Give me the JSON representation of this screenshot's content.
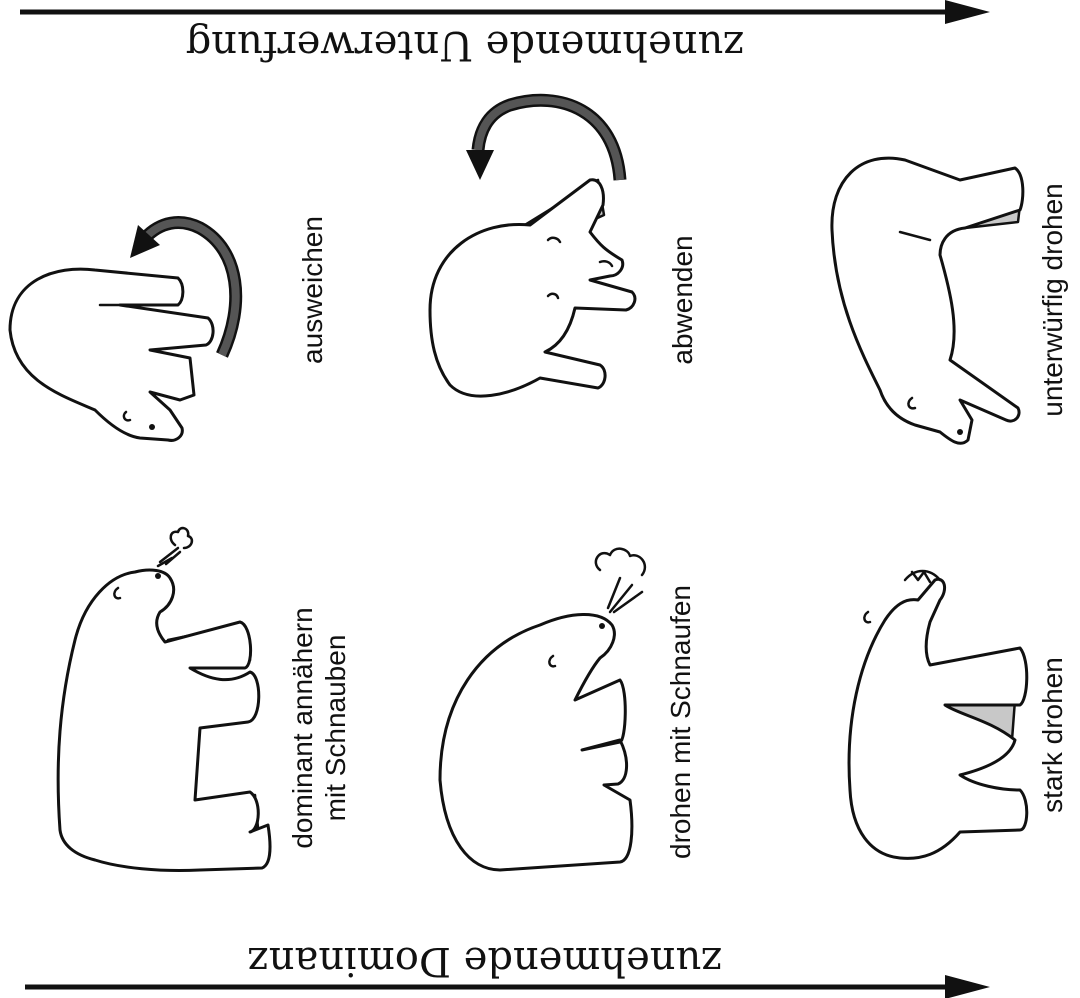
{
  "axes": {
    "submission_label": "zunehmende Unterwerfung",
    "dominance_label": "zunehmende Dominanz"
  },
  "behaviors": {
    "dominant_approach": {
      "line1": "dominant annähern",
      "line2": "mit Schnauben"
    },
    "threat_snort": "drohen mit Schnaufen",
    "strong_threat": "stark drohen",
    "evade": "ausweichen",
    "turn_away": "abwenden",
    "submissive_threat": "unterwürfig drohen"
  },
  "colors": {
    "line": "#111111",
    "shade": "#c8c8c8",
    "turn_arrow": "#555555",
    "background": "#ffffff"
  }
}
